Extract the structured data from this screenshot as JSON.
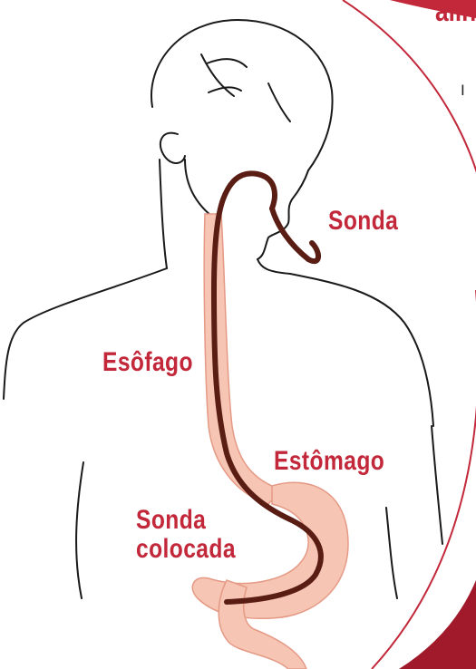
{
  "colors": {
    "accent": "#c2283a",
    "accent_dark": "#a11a2b",
    "skin_pink": "#f6c5b3",
    "tube_brown": "#5a1d14",
    "outline": "#1a1a1a"
  },
  "header": {
    "title_fragment": "alin",
    "body_fragment": "I"
  },
  "labels": {
    "sonda": "Sonda",
    "esofago": "Esôfago",
    "estomago": "Estômago",
    "sonda_colocada_line1": "Sonda",
    "sonda_colocada_line2": "colocada"
  },
  "icons": {
    "figure": "human-upper-body-outline",
    "tube": "feeding-tube",
    "digestive": "esophagus-stomach"
  }
}
